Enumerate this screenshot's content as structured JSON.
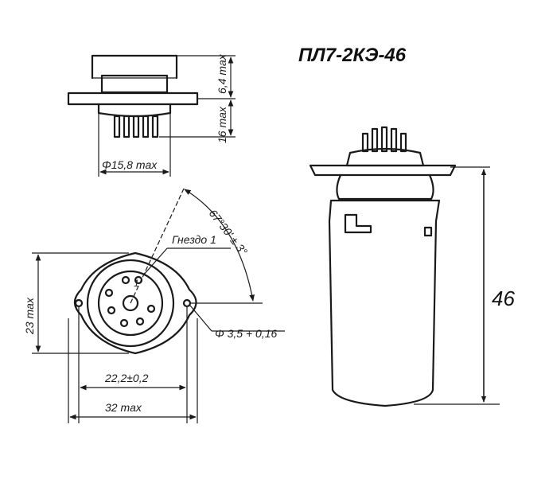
{
  "title": "ПЛ7-2КЭ-46",
  "top_view": {
    "dim_height_top": "6,4 max",
    "dim_height_pins": "16 max",
    "dim_diameter": "Φ15,8 max"
  },
  "plan_view": {
    "dim_angle": "67°30' ± 3°",
    "socket_label": "Гнездо 1",
    "socket_number": "1",
    "dim_height": "23 max",
    "dim_hole": "Φ 3,5 + 0,16",
    "dim_center": "22,2±0,2",
    "dim_width": "32 max"
  },
  "side_view": {
    "dim_length": "46"
  }
}
